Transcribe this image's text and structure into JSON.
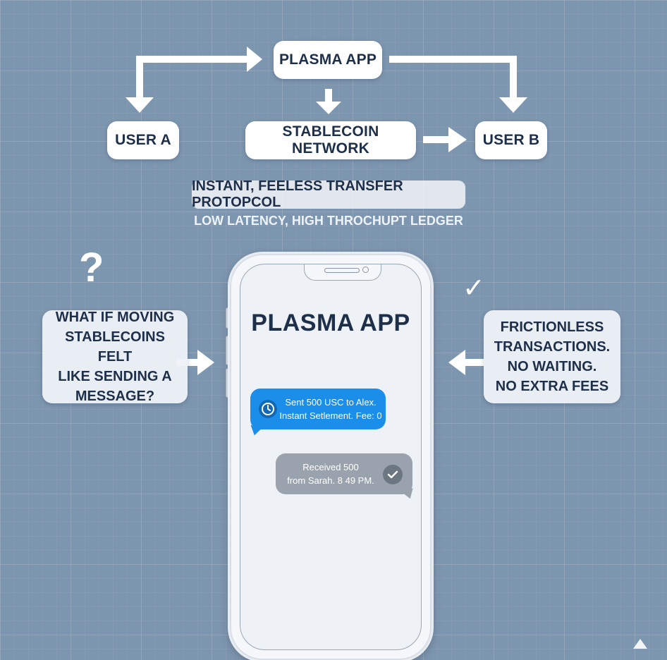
{
  "flow": {
    "top_node": "PLASMA APP",
    "user_a": "USER A",
    "network": "STABLECOIN NETWORK",
    "user_b": "USER B",
    "protocol": "INSTANT, FEELESS TRANSFER PROTOPCOL",
    "ledger": "LOW LATENCY, HIGH THROCHUPT LEDGER"
  },
  "left_note": {
    "mark": "?",
    "lines": [
      "WHAT IF MOVING",
      "STABLECOINS FELT",
      "LIKE SENDING A",
      "MESSAGE?"
    ]
  },
  "right_note": {
    "mark": "✓",
    "lines": [
      "FRICTIONLESS",
      "TRANSACTIONS.",
      "NO WAITING.",
      "NO EXTRA FEES"
    ]
  },
  "phone": {
    "title": "PLASMA APP",
    "sent_line1": "Sent 500 USC to Alex.",
    "sent_line2": "Instant Setlement. Fee: 0",
    "sent_icon": "clock-icon",
    "received_line1": "Received 500",
    "received_line2": "from Sarah. 8 49 PM.",
    "received_icon": "checkmark-icon"
  },
  "colors": {
    "background": "#7d96af",
    "navy_text": "#1e2f4a",
    "sent_bubble": "#1a8ee8",
    "received_bubble": "#9aa3ad"
  }
}
